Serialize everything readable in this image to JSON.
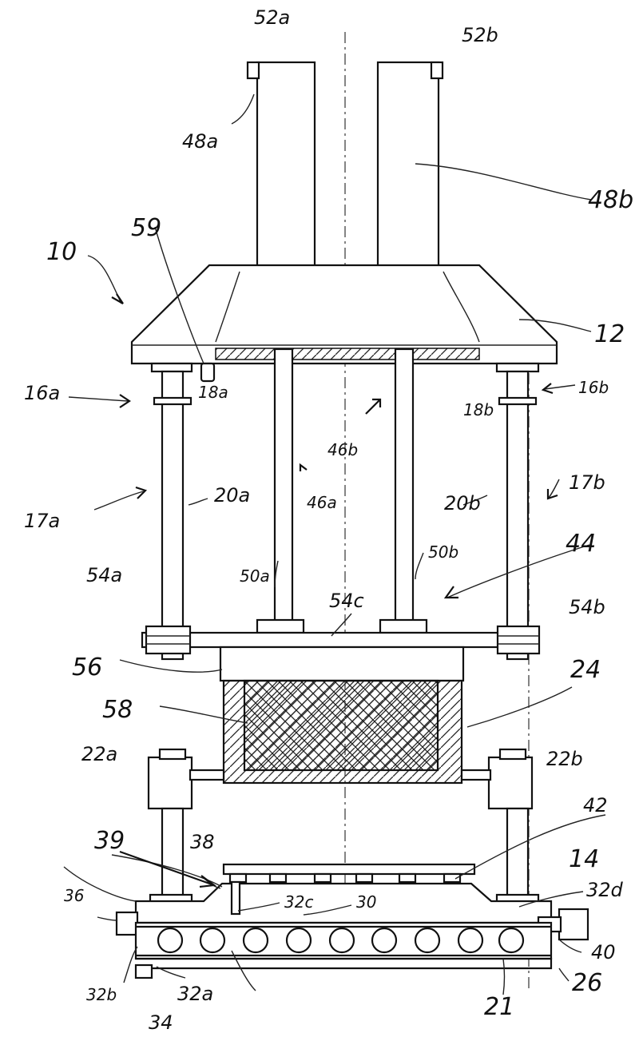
{
  "labels": {
    "l10": "10",
    "l12": "12",
    "l14": "14",
    "l16a": "16a",
    "l16b": "16b",
    "l17a": "17a",
    "l17b": "17b",
    "l18a": "18a",
    "l18b": "18b",
    "l20a": "20a",
    "l20b": "20b",
    "l21": "21",
    "l22a": "22a",
    "l22b": "22b",
    "l24": "24",
    "l26": "26",
    "l30": "30",
    "l32a": "32a",
    "l32b": "32b",
    "l32c": "32c",
    "l32d": "32d",
    "l34": "34",
    "l36": "36",
    "l38": "38",
    "l39": "39",
    "l40": "40",
    "l42": "42",
    "l44": "44",
    "l46a": "46a",
    "l46b": "46b",
    "l48a": "48a",
    "l48b": "48b",
    "l50a": "50a",
    "l50b": "50b",
    "l52a": "52a",
    "l52b": "52b",
    "l54a": "54a",
    "l54b": "54b",
    "l54c": "54c",
    "l56": "56",
    "l58": "58",
    "l59": "59"
  }
}
